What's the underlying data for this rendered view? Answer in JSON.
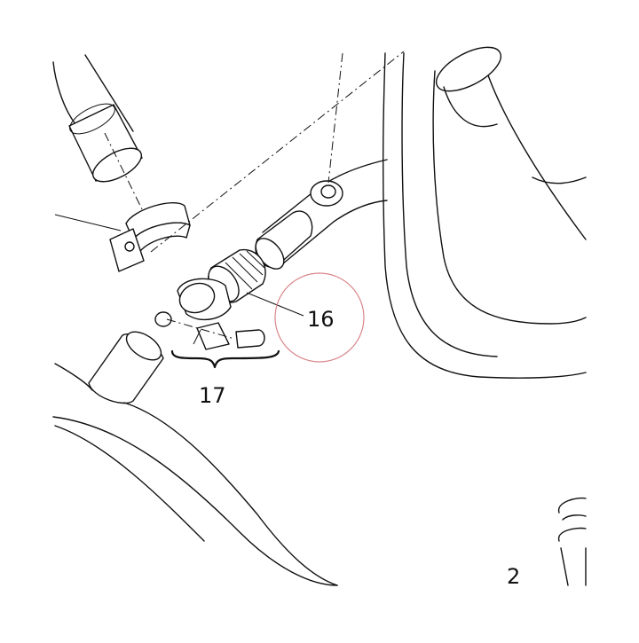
{
  "callouts": {
    "part_16": "16",
    "part_17": "17",
    "part_2": "2"
  },
  "colors": {
    "line": "#111111",
    "highlight_circle": "#d9868a",
    "background": "#ffffff"
  }
}
